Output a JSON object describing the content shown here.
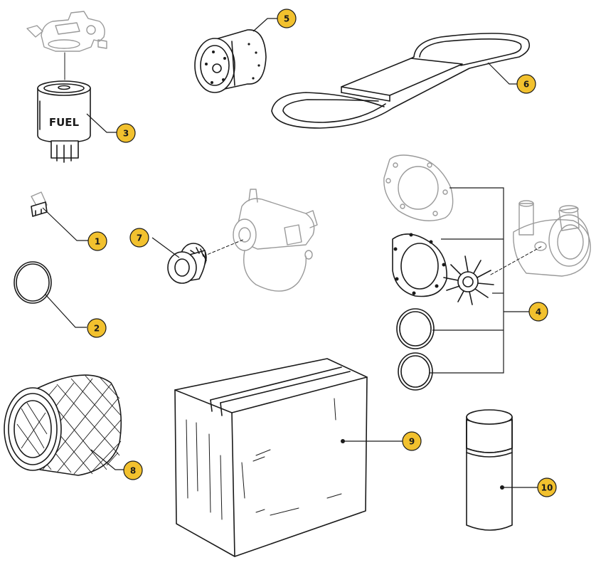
{
  "badge_color": "#F2C12E",
  "line_color": "#1a1a1a",
  "fuel_filter_text": "FUEL",
  "callouts": [
    {
      "label": "1",
      "part": "fuse"
    },
    {
      "label": "2",
      "part": "o-ring"
    },
    {
      "label": "3",
      "part": "fuel-filter"
    },
    {
      "label": "4",
      "part": "raw-water-pump-service-kit"
    },
    {
      "label": "5",
      "part": "oil-filter"
    },
    {
      "label": "6",
      "part": "drive-belt"
    },
    {
      "label": "7",
      "part": "zinc-anode"
    },
    {
      "label": "8",
      "part": "air-filter"
    },
    {
      "label": "9",
      "part": "box"
    },
    {
      "label": "10",
      "part": "bottle"
    }
  ]
}
